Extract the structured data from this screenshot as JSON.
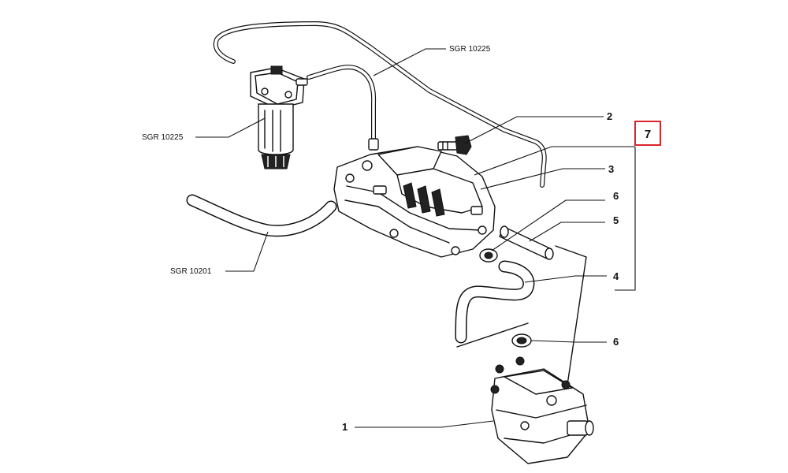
{
  "labels": {
    "ref_top": "SGR 10225",
    "ref_filter": "SGR 10225",
    "ref_hose": "SGR 10201",
    "n1": "1",
    "n2": "2",
    "n3": "3",
    "n4": "4",
    "n5": "5",
    "n6a": "6",
    "n6b": "6",
    "n7": "7"
  },
  "colors": {
    "highlight_box": "#d9262c",
    "ink": "#111111"
  }
}
